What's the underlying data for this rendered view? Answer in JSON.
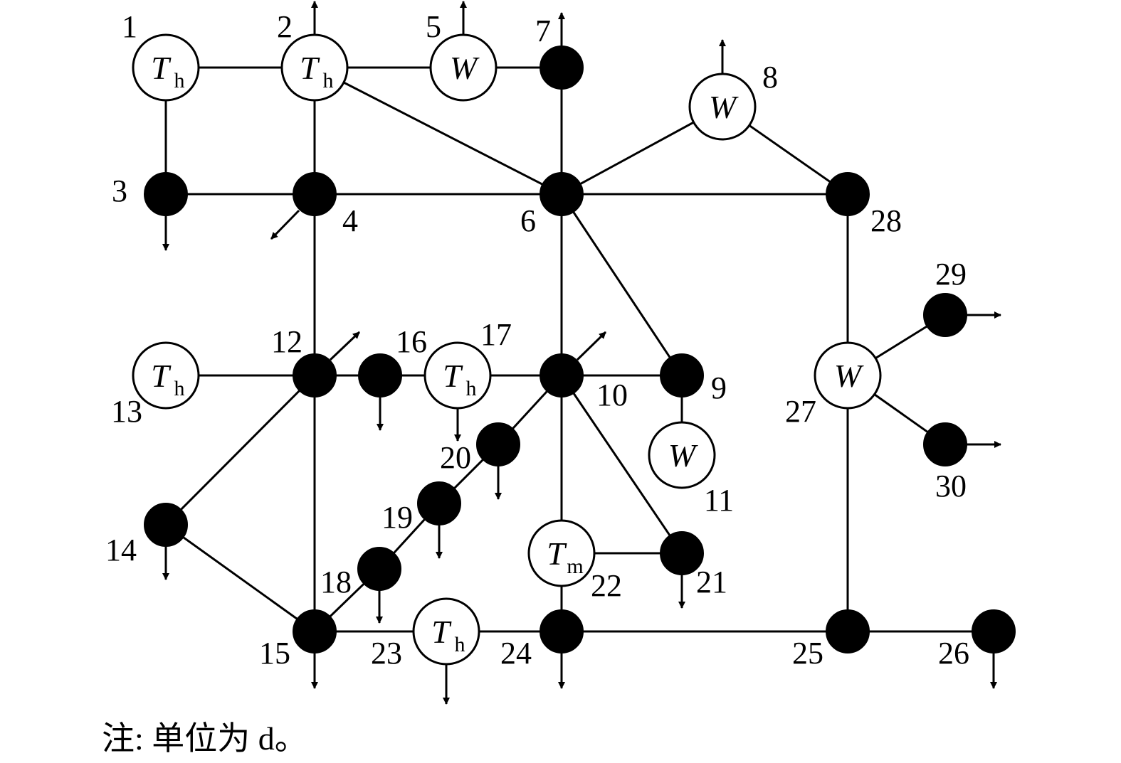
{
  "colors": {
    "stroke": "#000000",
    "bus_fill": "#000000",
    "gen_fill": "#ffffff"
  },
  "buses": [
    {
      "id": "1",
      "kind": "gen",
      "symbol": "T",
      "sub": "h"
    },
    {
      "id": "2",
      "kind": "gen",
      "symbol": "T",
      "sub": "h"
    },
    {
      "id": "3",
      "kind": "load"
    },
    {
      "id": "4",
      "kind": "load"
    },
    {
      "id": "5",
      "kind": "gen",
      "symbol": "W",
      "sub": ""
    },
    {
      "id": "6",
      "kind": "load"
    },
    {
      "id": "7",
      "kind": "load"
    },
    {
      "id": "8",
      "kind": "gen",
      "symbol": "W",
      "sub": ""
    },
    {
      "id": "9",
      "kind": "load"
    },
    {
      "id": "10",
      "kind": "load"
    },
    {
      "id": "11",
      "kind": "gen",
      "symbol": "W",
      "sub": ""
    },
    {
      "id": "12",
      "kind": "load"
    },
    {
      "id": "13",
      "kind": "gen",
      "symbol": "T",
      "sub": "h"
    },
    {
      "id": "14",
      "kind": "load"
    },
    {
      "id": "15",
      "kind": "load"
    },
    {
      "id": "16",
      "kind": "load"
    },
    {
      "id": "17",
      "kind": "gen",
      "symbol": "T",
      "sub": "h"
    },
    {
      "id": "18",
      "kind": "load"
    },
    {
      "id": "19",
      "kind": "load"
    },
    {
      "id": "20",
      "kind": "load"
    },
    {
      "id": "21",
      "kind": "load"
    },
    {
      "id": "22",
      "kind": "gen",
      "symbol": "T",
      "sub": "m"
    },
    {
      "id": "23",
      "kind": "gen",
      "symbol": "T",
      "sub": "h"
    },
    {
      "id": "24",
      "kind": "load"
    },
    {
      "id": "25",
      "kind": "load"
    },
    {
      "id": "26",
      "kind": "load"
    },
    {
      "id": "27",
      "kind": "gen",
      "symbol": "W",
      "sub": ""
    },
    {
      "id": "28",
      "kind": "load"
    },
    {
      "id": "29",
      "kind": "load"
    },
    {
      "id": "30",
      "kind": "load"
    }
  ],
  "lines": [
    [
      "1",
      "2"
    ],
    [
      "1",
      "3"
    ],
    [
      "2",
      "5"
    ],
    [
      "5",
      "7"
    ],
    [
      "2",
      "4"
    ],
    [
      "2",
      "6"
    ],
    [
      "3",
      "4"
    ],
    [
      "4",
      "6"
    ],
    [
      "7",
      "6"
    ],
    [
      "6",
      "8"
    ],
    [
      "8",
      "28"
    ],
    [
      "6",
      "28"
    ],
    [
      "6",
      "9"
    ],
    [
      "6",
      "10"
    ],
    [
      "4",
      "12"
    ],
    [
      "12",
      "13"
    ],
    [
      "12",
      "16"
    ],
    [
      "16",
      "17"
    ],
    [
      "17",
      "10"
    ],
    [
      "10",
      "9"
    ],
    [
      "9",
      "11"
    ],
    [
      "12",
      "14"
    ],
    [
      "12",
      "15"
    ],
    [
      "14",
      "15"
    ],
    [
      "10",
      "20"
    ],
    [
      "20",
      "19"
    ],
    [
      "19",
      "18"
    ],
    [
      "18",
      "15"
    ],
    [
      "10",
      "22"
    ],
    [
      "10",
      "21"
    ],
    [
      "22",
      "21"
    ],
    [
      "22",
      "24"
    ],
    [
      "15",
      "23"
    ],
    [
      "23",
      "24"
    ],
    [
      "24",
      "25"
    ],
    [
      "25",
      "26"
    ],
    [
      "28",
      "27"
    ],
    [
      "27",
      "25"
    ],
    [
      "27",
      "29"
    ],
    [
      "27",
      "30"
    ]
  ],
  "note": "注: 单位为 d。"
}
